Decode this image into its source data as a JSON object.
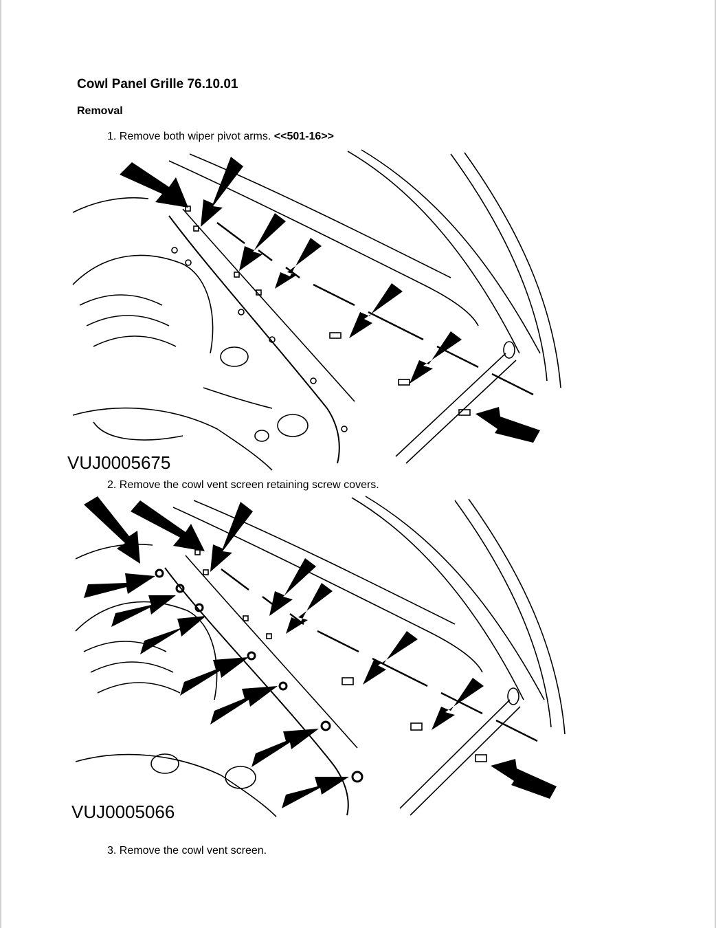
{
  "document": {
    "title": "Cowl Panel Grille 76.10.01",
    "section": "Removal",
    "steps": [
      {
        "number": "1.",
        "text": "Remove both wiper pivot arms.",
        "link": "<<501-16>>"
      },
      {
        "number": "2.",
        "text": "Remove the cowl vent screen retaining screw covers."
      },
      {
        "number": "3.",
        "text": "Remove the cowl vent screen."
      }
    ],
    "figures": [
      {
        "code": "VUJ0005675"
      },
      {
        "code": "VUJ0005066"
      }
    ]
  }
}
